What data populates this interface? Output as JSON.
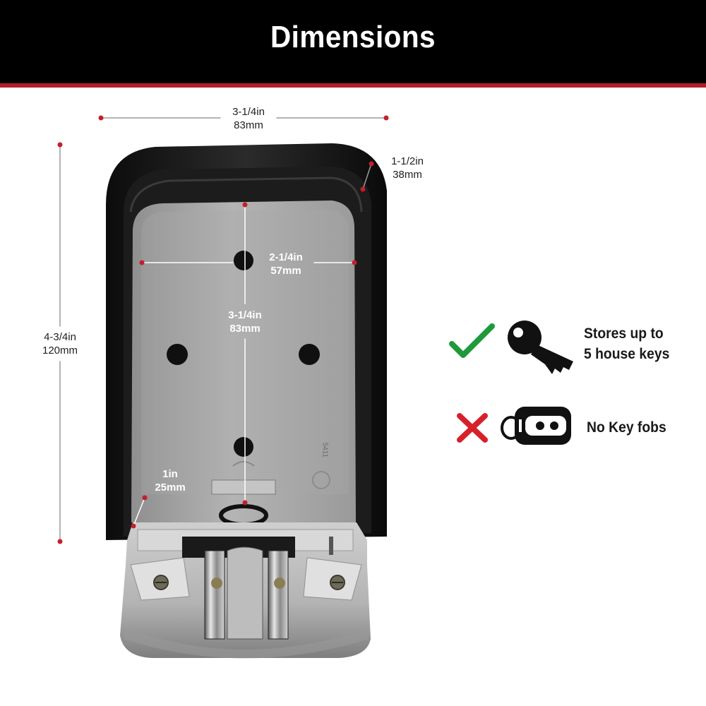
{
  "header": {
    "title": "Dimensions"
  },
  "dimensions": {
    "width": {
      "imperial": "3-1/4in",
      "metric": "83mm"
    },
    "depth": {
      "imperial": "1-1/2in",
      "metric": "38mm"
    },
    "height": {
      "imperial": "4-3/4in",
      "metric": "120mm"
    },
    "inner_width": {
      "imperial": "2-1/4in",
      "metric": "57mm"
    },
    "inner_height": {
      "imperial": "3-1/4in",
      "metric": "83mm"
    },
    "inner_depth": {
      "imperial": "1in",
      "metric": "25mm"
    }
  },
  "features": [
    {
      "status": "allowed",
      "icon": "key-icon",
      "line1": "Stores up to",
      "line2": "5 house keys",
      "color": "#1f9a3a"
    },
    {
      "status": "not-allowed",
      "icon": "key-fob-icon",
      "line1": "No Key fobs",
      "color": "#d6212b"
    }
  ],
  "colors": {
    "accent": "#b51c2b",
    "banner": "#000000",
    "check": "#1f9a3a",
    "cross": "#d6212b"
  },
  "product": {
    "engraving": "5411"
  }
}
